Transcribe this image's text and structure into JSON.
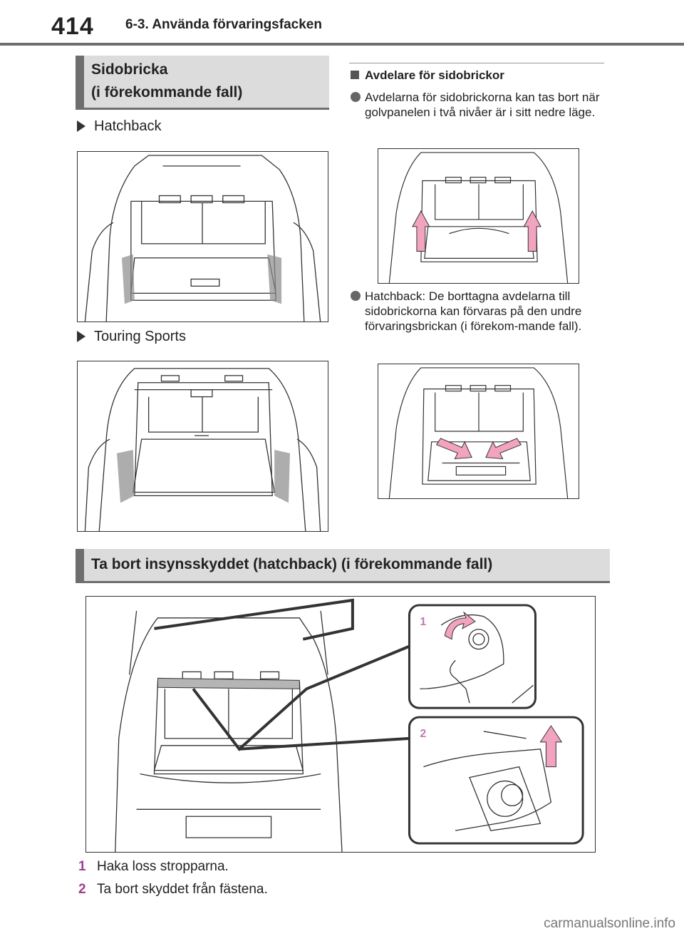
{
  "header": {
    "page_number": "414",
    "chapter": "6-3. Använda förvaringsfacken"
  },
  "section1": {
    "title_line1": "Sidobricka",
    "title_line2": "(i förekommande fall)",
    "variant1": "Hatchback",
    "variant2": "Touring Sports"
  },
  "dividers": {
    "heading": "Avdelare för sidobrickor",
    "item1": "Avdelarna för sidobrickorna kan tas bort när golvpanelen i två nivåer är i sitt nedre läge.",
    "item2": "Hatchback: De borttagna avdelarna till sidobrickorna kan förvaras på den undre förvaringsbrickan (i förekom-mande fall)."
  },
  "section2": {
    "title": "Ta bort insynsskyddet (hatchback) (i förekommande fall)",
    "callout1": "1",
    "callout2": "2"
  },
  "steps": [
    {
      "num": "1",
      "text": "Haka loss stropparna."
    },
    {
      "num": "2",
      "text": "Ta bort skyddet från fästena."
    }
  ],
  "watermark": "carmanualsonline.info",
  "colors": {
    "accent": "#a0408f",
    "arrow_pink": "#f2a3bf",
    "header_gray": "#dcdcdc",
    "bar_gray": "#6e6e6e"
  },
  "icons": {
    "bullet": "triangle-bullet-icon",
    "list": "circle-bullet-icon",
    "heading": "square-bullet-icon"
  }
}
